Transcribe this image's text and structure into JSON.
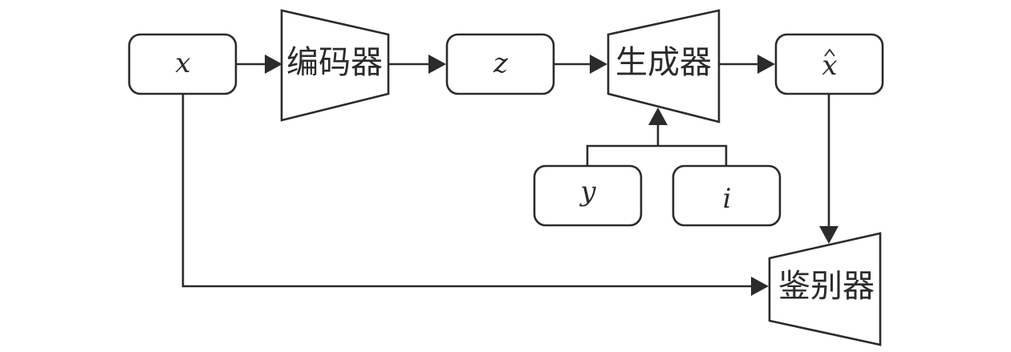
{
  "diagram": {
    "nodes": {
      "x": "x",
      "z": "z",
      "x_hat": "x",
      "y": "y",
      "i": "i"
    },
    "modules": {
      "encoder": "编码器",
      "generator": "生成器",
      "discriminator": "鉴别器"
    },
    "edges": [
      {
        "from": "x",
        "to": "encoder"
      },
      {
        "from": "encoder",
        "to": "z"
      },
      {
        "from": "z",
        "to": "generator"
      },
      {
        "from": "generator",
        "to": "x_hat"
      },
      {
        "from": "y",
        "to": "generator"
      },
      {
        "from": "i",
        "to": "generator"
      },
      {
        "from": "x_hat",
        "to": "discriminator"
      },
      {
        "from": "x",
        "to": "discriminator"
      }
    ],
    "colors": {
      "stroke": "#2b2b2b",
      "fill": "#ffffff"
    }
  }
}
